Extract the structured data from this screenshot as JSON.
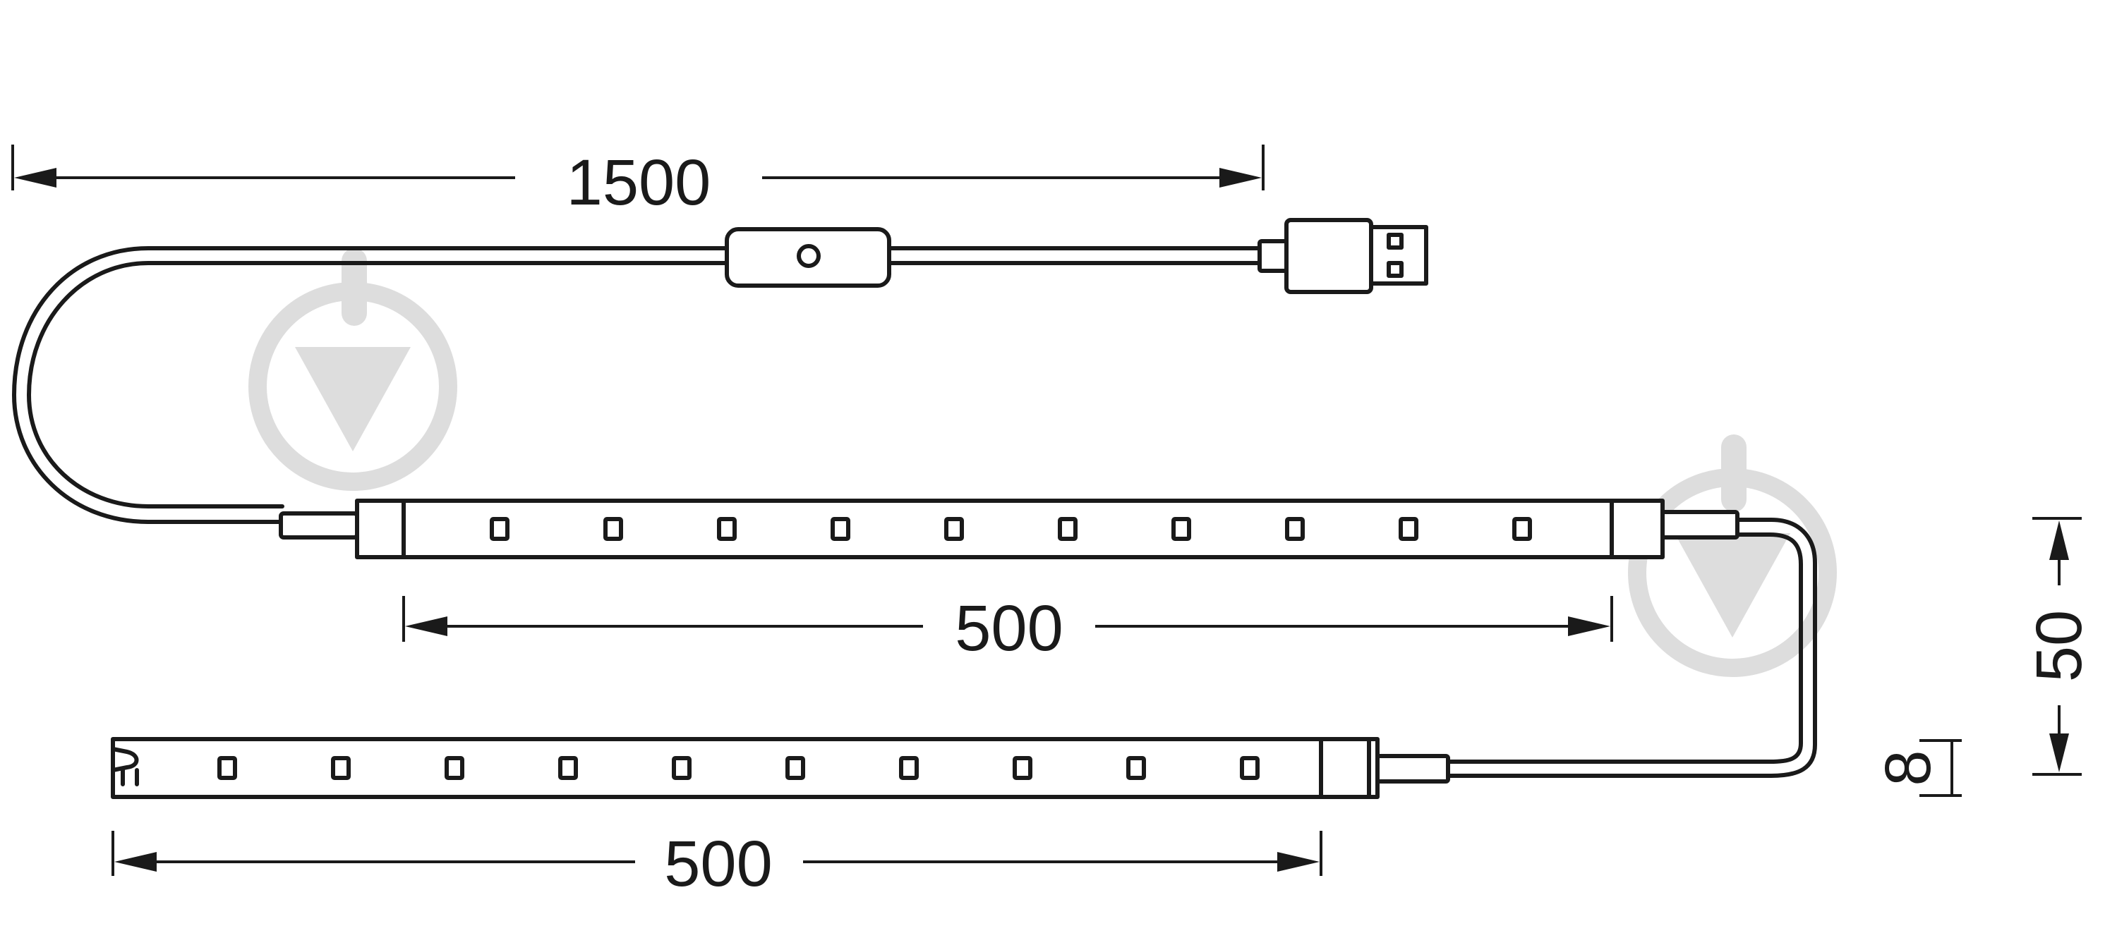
{
  "dimensions": {
    "cable_length": "1500",
    "upper_strip_length": "500",
    "lower_strip_length": "500",
    "strip_height": "8",
    "strip_spacing": "50"
  },
  "led_counts": {
    "upper_strip": 10,
    "lower_strip": 10
  },
  "colors": {
    "line": "#1a1a1a",
    "watermark": "#dddddd",
    "background": "#ffffff"
  },
  "icons": [
    "download-watermark-icon",
    "usb-plug-icon",
    "inline-switch-icon"
  ]
}
